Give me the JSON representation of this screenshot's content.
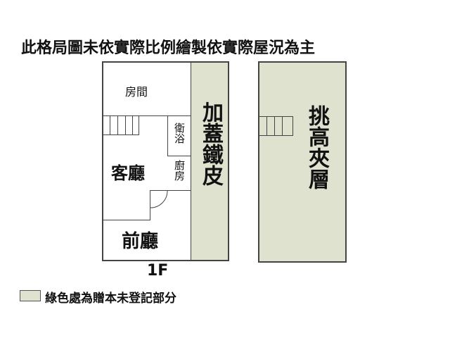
{
  "title": "此格局圖未依實際比例繪製依實際屋況為主",
  "floor1": {
    "label": "1F",
    "rooms": {
      "bedroom": "房間",
      "bathroom": "衛浴",
      "living_room": "客廳",
      "kitchen": "廚房",
      "front_hall": "前廳",
      "addition": "加蓋鐵皮"
    }
  },
  "mezzanine": {
    "label": "挑高夾層"
  },
  "legend": {
    "swatch_color": "#dfe2cf",
    "text": "綠色處為贈本未登記部分"
  },
  "colors": {
    "unregistered_area": "#dfe2cf",
    "wall": "#444444"
  }
}
